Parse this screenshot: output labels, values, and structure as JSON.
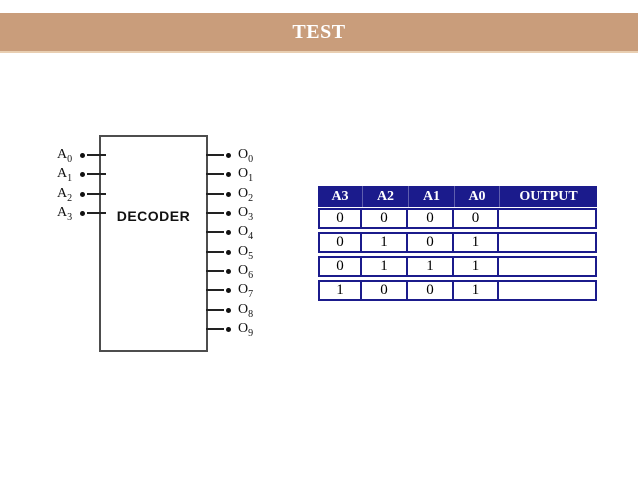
{
  "header": {
    "title": "TEST",
    "bar_color": "#C99D7B",
    "bar_edge_color": "#E9CFB2",
    "title_color": "#FFFFFF"
  },
  "diagram": {
    "box_label": "DECODER",
    "inputs": [
      {
        "base": "A",
        "sub": "0"
      },
      {
        "base": "A",
        "sub": "1"
      },
      {
        "base": "A",
        "sub": "2"
      },
      {
        "base": "A",
        "sub": "3"
      }
    ],
    "outputs": [
      {
        "base": "O",
        "sub": "0"
      },
      {
        "base": "O",
        "sub": "1"
      },
      {
        "base": "O",
        "sub": "2"
      },
      {
        "base": "O",
        "sub": "3"
      },
      {
        "base": "O",
        "sub": "4"
      },
      {
        "base": "O",
        "sub": "5"
      },
      {
        "base": "O",
        "sub": "6"
      },
      {
        "base": "O",
        "sub": "7"
      },
      {
        "base": "O",
        "sub": "8"
      },
      {
        "base": "O",
        "sub": "9"
      }
    ]
  },
  "table": {
    "columns": [
      "A3",
      "A2",
      "A1",
      "A0",
      "OUTPUT"
    ],
    "rows": [
      [
        "0",
        "0",
        "0",
        "0",
        ""
      ],
      [
        "0",
        "1",
        "0",
        "1",
        ""
      ],
      [
        "0",
        "1",
        "1",
        "1",
        ""
      ],
      [
        "1",
        "0",
        "0",
        "1",
        ""
      ]
    ],
    "header_bg": "#1B1B8C",
    "header_text_color": "#FFFFFF",
    "border_color": "#1B1B8C"
  }
}
